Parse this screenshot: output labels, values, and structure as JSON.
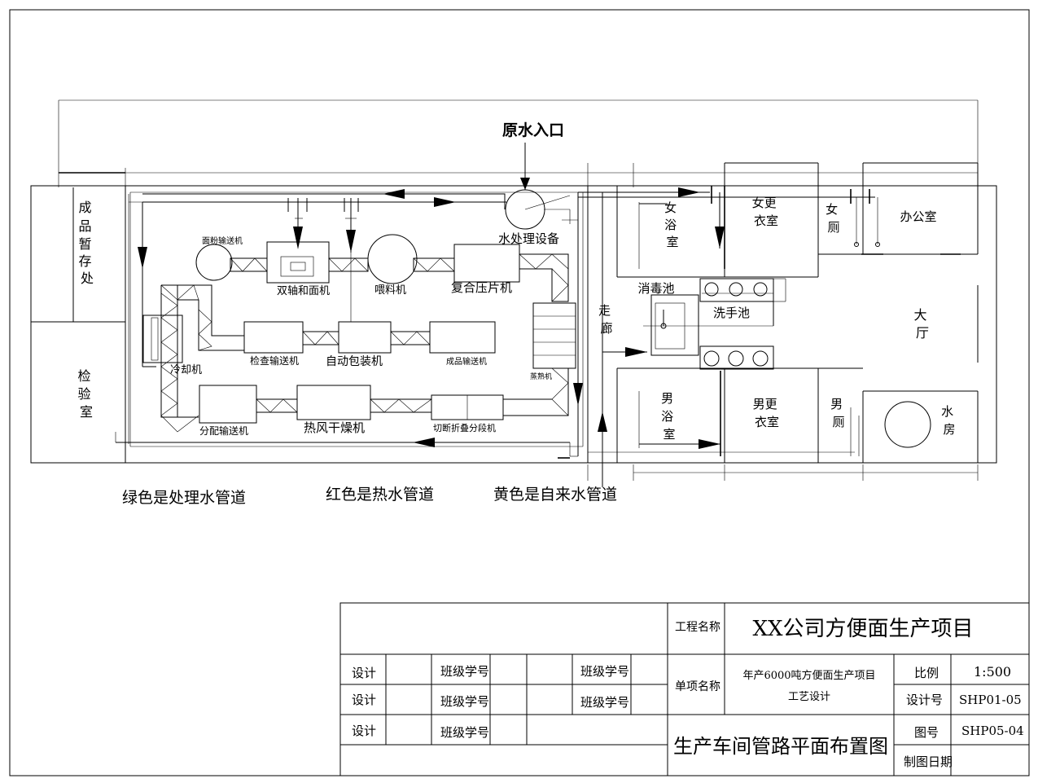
{
  "rooms": {
    "finished_storage": [
      "成",
      "品",
      "暂",
      "存",
      "处"
    ],
    "inspection": [
      "检",
      "验",
      "室"
    ],
    "corridor": [
      "走",
      "廊"
    ],
    "hall": [
      "大",
      "厅"
    ],
    "women_bath": [
      "女",
      "浴",
      "室"
    ],
    "women_change": [
      "女更",
      "衣室"
    ],
    "women_wc": [
      "女",
      "厕"
    ],
    "office": "办公室",
    "disinfection_pool": "消毒池",
    "hand_wash": "洗手池",
    "men_bath": [
      "男",
      "浴",
      "室"
    ],
    "men_change": [
      "男更",
      "衣室"
    ],
    "men_wc": [
      "男",
      "厕"
    ],
    "water_room": [
      "水",
      "房"
    ]
  },
  "equipment": {
    "raw_water_inlet": "原水入口",
    "water_treatment": "水处理设备",
    "flour_conveyor": "面粉输送机",
    "twin_shaft_mixer": "双轴和面机",
    "feeder": "喂料机",
    "compound_press": "复合压片机",
    "cooling": "冷却机",
    "inspection_conveyor": "检查输送机",
    "auto_packing": "自动包装机",
    "product_conveyor": "成品输送机",
    "steamer": "蒸熟机",
    "distribution_conveyor": "分配输送机",
    "hot_air_dryer": "热风干燥机",
    "cutting": "切断折叠分段机"
  },
  "legend": {
    "green": "绿色是处理水管道",
    "red": "红色是热水管道",
    "yellow": "黄色是自来水管道"
  },
  "title_block": {
    "project_label": "工程名称",
    "project_name": "XX公司方便面生产项目",
    "item_label": "单项名称",
    "item_name_1": "年产6000吨方便面生产项目",
    "item_name_2": "工艺设计",
    "drawing_title": "生产车间管路平面布置图",
    "design": "设计",
    "class_id": "班级学号",
    "scale_label": "比例",
    "scale_value": "1:500",
    "design_no_label": "设计号",
    "design_no_value": "SHP01-05",
    "drawing_no_label": "图号",
    "drawing_no_value": "SHP05-04",
    "date_label": "制图日期"
  }
}
